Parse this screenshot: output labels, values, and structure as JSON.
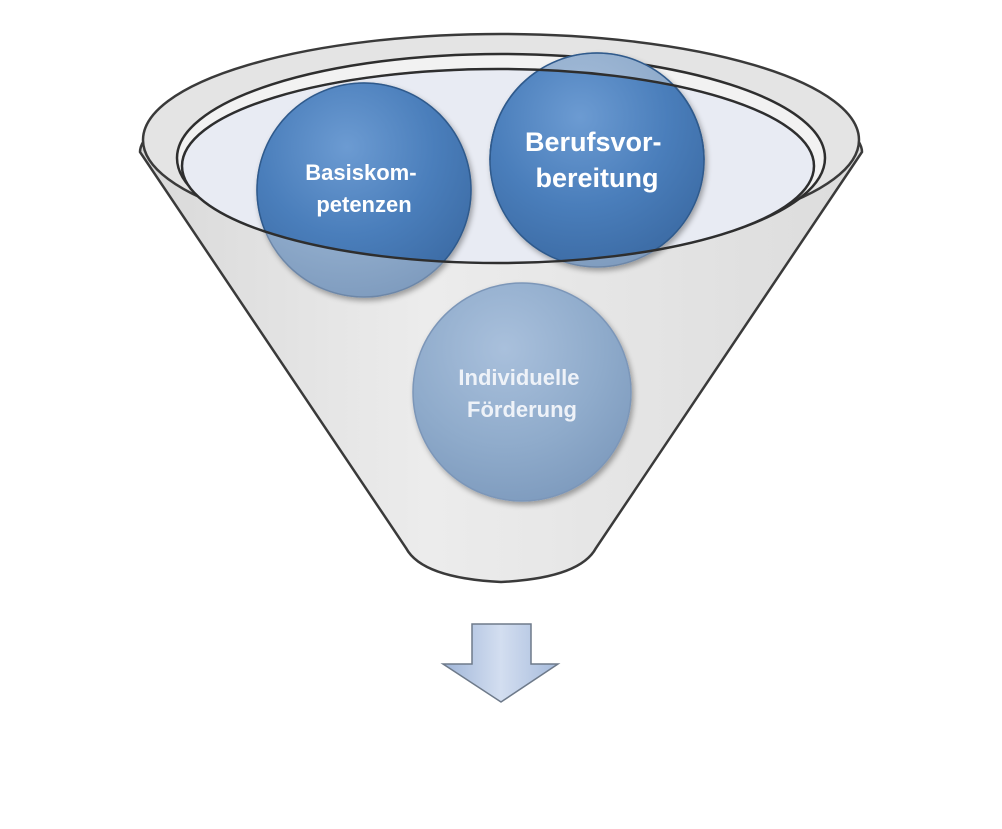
{
  "diagram": {
    "type": "funnel",
    "bubbles": [
      {
        "id": "basis",
        "lines": [
          "Basiskom-",
          "petenzen"
        ]
      },
      {
        "id": "beruf",
        "lines": [
          "Berufsvor-",
          "bereitung"
        ]
      },
      {
        "id": "individuell",
        "lines": [
          "Individuelle",
          "Förderung"
        ]
      }
    ],
    "colors": {
      "funnel_fill": "#e6e6e6",
      "funnel_stroke": "#3a3a3a",
      "rim_fill": "#e8ebf3",
      "rim_stroke": "#4f81bd",
      "bubble_dark": "#4a7ebb",
      "bubble_light": "#8fabcb",
      "text_dark": "#ffffff",
      "text_light": "#e6ecf4",
      "arrow_fill": "#b8c9e4",
      "arrow_stroke": "#6e7a8a"
    },
    "output_arrow": {
      "direction": "down",
      "label": ""
    }
  }
}
